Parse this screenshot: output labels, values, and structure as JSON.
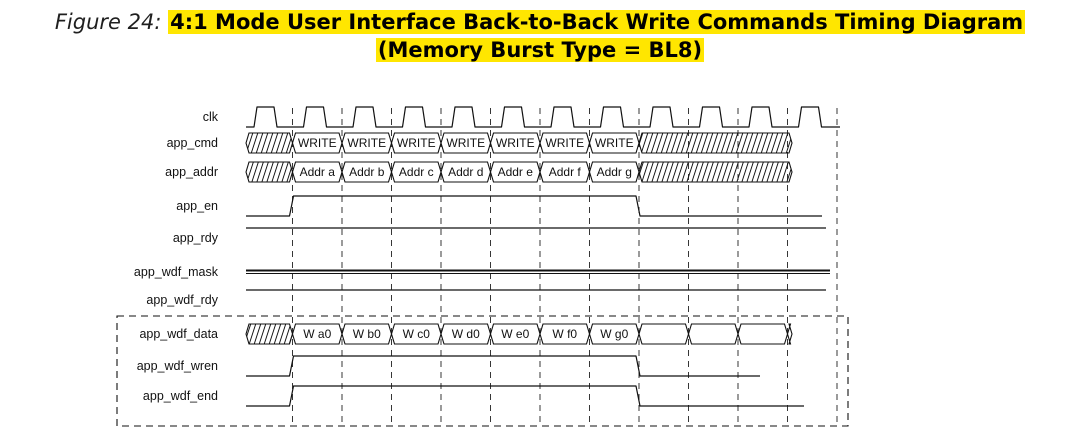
{
  "figure": {
    "prefix": "Figure 24:",
    "title_line1": "4:1 Mode User Interface Back-to-Back Write Commands Timing Diagram",
    "title_line2": "(Memory Burst Type = BL8)",
    "highlight_color": "#ffe600"
  },
  "signals": [
    {
      "key": "clk",
      "label": "clk"
    },
    {
      "key": "app_cmd",
      "label": "app_cmd"
    },
    {
      "key": "app_addr",
      "label": "app_addr"
    },
    {
      "key": "app_en",
      "label": "app_en"
    },
    {
      "key": "app_rdy",
      "label": "app_rdy"
    },
    {
      "key": "app_wdf_mask",
      "label": "app_wdf_mask"
    },
    {
      "key": "app_wdf_rdy",
      "label": "app_wdf_rdy"
    },
    {
      "key": "app_wdf_data",
      "label": "app_wdf_data"
    },
    {
      "key": "app_wdf_wren",
      "label": "app_wdf_wren"
    },
    {
      "key": "app_wdf_end",
      "label": "app_wdf_end"
    }
  ],
  "bus_values": {
    "app_cmd": [
      "WRITE",
      "WRITE",
      "WRITE",
      "WRITE",
      "WRITE",
      "WRITE",
      "WRITE"
    ],
    "app_addr": [
      "Addr a",
      "Addr b",
      "Addr c",
      "Addr d",
      "Addr e",
      "Addr f",
      "Addr g"
    ],
    "app_wdf_data": [
      "W a0",
      "W b0",
      "W c0",
      "W d0",
      "W e0",
      "W f0",
      "W g0"
    ]
  },
  "cycles": {
    "clock_cycles": 12,
    "active_start_cycle": 1,
    "active_cycle_count": 7
  }
}
